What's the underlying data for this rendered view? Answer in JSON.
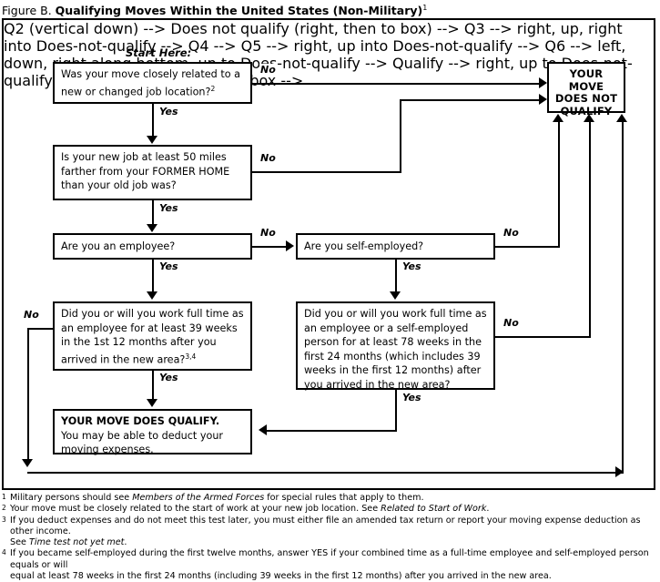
{
  "figure": {
    "lead": "Figure B.",
    "title": "Qualifying Moves Within the United States (Non-Military)",
    "title_superscript": "1"
  },
  "chart_data": {
    "type": "diagram",
    "diagram_kind": "flowchart",
    "title": "Qualifying Moves Within the United States (Non-Military)",
    "start_label": "Start Here:",
    "nodes": [
      {
        "id": "q1",
        "kind": "decision",
        "text": "Was your move closely related to a new or changed job location?",
        "superscript": "2"
      },
      {
        "id": "q2",
        "kind": "decision",
        "text": "Is your new job at least 50 miles farther from your FORMER HOME than your old job was?"
      },
      {
        "id": "q3",
        "kind": "decision",
        "text": "Are you an employee?"
      },
      {
        "id": "q4",
        "kind": "decision",
        "text": "Are you self-employed?"
      },
      {
        "id": "q5",
        "kind": "decision",
        "text": "Did you or will you work full time as an employee for at least 39 weeks in the 1st 12 months after you arrived in the new area?",
        "superscript": "3,4"
      },
      {
        "id": "q6",
        "kind": "decision",
        "text": "Did you or will you work full time as an employee or a self-employed person for at least 78 weeks in the first 24 months (which includes 39 weeks in the first 12 months) after you arrived in the new area?"
      },
      {
        "id": "qualify",
        "kind": "terminal",
        "heading": "YOUR MOVE DOES QUALIFY.",
        "text": "You may be able to deduct your moving expenses."
      },
      {
        "id": "notqualify",
        "kind": "terminal",
        "lines": [
          "YOUR",
          "MOVE",
          "DOES NOT",
          "QUALIFY"
        ]
      }
    ],
    "edges": [
      {
        "from": "q1",
        "to": "notqualify",
        "label": "No"
      },
      {
        "from": "q1",
        "to": "q2",
        "label": "Yes"
      },
      {
        "from": "q2",
        "to": "notqualify",
        "label": "No"
      },
      {
        "from": "q2",
        "to": "q3",
        "label": "Yes"
      },
      {
        "from": "q3",
        "to": "q4",
        "label": "No"
      },
      {
        "from": "q3",
        "to": "q5",
        "label": "Yes"
      },
      {
        "from": "q4",
        "to": "notqualify",
        "label": "No"
      },
      {
        "from": "q4",
        "to": "q6",
        "label": "Yes"
      },
      {
        "from": "q5",
        "to": "notqualify",
        "label": "No"
      },
      {
        "from": "q5",
        "to": "qualify",
        "label": "Yes"
      },
      {
        "from": "q6",
        "to": "notqualify",
        "label": "No"
      },
      {
        "from": "q6",
        "to": "qualify",
        "label": "Yes"
      }
    ]
  },
  "boxes": {
    "q1": {
      "text": "Was your move closely related to a new or changed job location?",
      "sup": "2"
    },
    "q2": {
      "text": "Is your new job at least 50 miles farther from your FORMER HOME than your old job was?"
    },
    "q3": {
      "text": "Are you an employee?"
    },
    "q4": {
      "text": "Are you self-employed?"
    },
    "q5": {
      "text": "Did you or will you work full time as an employee for at least 39 weeks in the 1st 12 months after you arrived in the new area?",
      "sup": "3,4"
    },
    "q6": {
      "text": "Did you or will you work full time as an employee or a self-employed person for at least 78 weeks in the first 24 months (which includes 39 weeks in the first 12 months) after you arrived in the new area?"
    },
    "qualify": {
      "heading": "YOUR MOVE DOES QUALIFY.",
      "body": "You may be able to deduct your moving expenses."
    },
    "notqualify": {
      "l1": "YOUR",
      "l2": "MOVE",
      "l3": "DOES NOT",
      "l4": "QUALIFY"
    }
  },
  "labels": {
    "start": "Start Here:",
    "yes": "Yes",
    "no": "No"
  },
  "footnotes": {
    "n1_mark": "1",
    "n1_a": "Military persons should see ",
    "n1_i": "Members of the Armed Forces",
    "n1_b": " for special rules that apply to them.",
    "n2_mark": "2",
    "n2_a": "Your move must be closely related to the start of work at your new job location. See ",
    "n2_i": "Related to Start of Work",
    "n2_b": ".",
    "n3_mark": "3",
    "n3_a": "If you deduct expenses and do not meet this test later, you must either file an amended tax return or report your moving expense deduction as other income.",
    "n3_b": "See ",
    "n3_i": "Time test not yet met",
    "n3_c": ".",
    "n4_mark": "4",
    "n4_a": "If you became self-employed during the first twelve months, answer YES if your combined time as a full-time employee and self-employed person equals or will",
    "n4_b": "equal at least 78 weeks in the first 24 months (including 39 weeks in the first 12 months) after you arrived in the new area."
  }
}
